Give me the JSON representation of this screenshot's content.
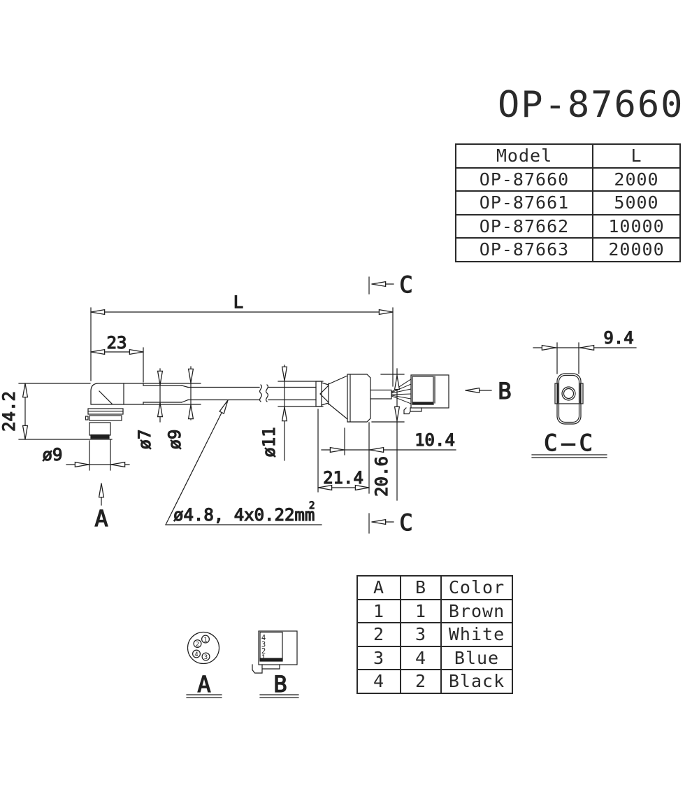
{
  "title": "OP-87660",
  "model_table": {
    "headers": {
      "model": "Model",
      "length": "L"
    },
    "rows": [
      {
        "model": "OP-87660",
        "length": "2000"
      },
      {
        "model": "OP-87661",
        "length": "5000"
      },
      {
        "model": "OP-87662",
        "length": "10000"
      },
      {
        "model": "OP-87663",
        "length": "20000"
      }
    ]
  },
  "wiring_table": {
    "headers": {
      "a": "A",
      "b": "B",
      "color": "Color"
    },
    "rows": [
      {
        "a": "1",
        "b": "1",
        "color": "Brown"
      },
      {
        "a": "2",
        "b": "3",
        "color": "White"
      },
      {
        "a": "3",
        "b": "4",
        "color": "Blue"
      },
      {
        "a": "4",
        "b": "2",
        "color": "Black"
      }
    ]
  },
  "dimensions": {
    "overall_length": "L",
    "elbow_length": "23",
    "elbow_height": "24.2",
    "tip_diameter": "ø9",
    "sheath_diameter": "ø7",
    "boot_diameter": "ø9",
    "clamp_diameter": "ø11",
    "cable_spec": "ø4.8, 4x0.22mm",
    "cable_spec_sup": "2",
    "nut_width": "10.4",
    "connector_length": "21.4",
    "connector_height": "20.6",
    "section_width": "9.4"
  },
  "labels": {
    "view_a": "A",
    "view_b": "B",
    "section_c_top": "C",
    "section_c_bottom": "C",
    "section_cc": "C—C",
    "detail_a": "A",
    "detail_b": "B"
  },
  "detail_a": {
    "pins": [
      "1",
      "2",
      "4",
      "3"
    ]
  },
  "detail_b": {
    "pins": [
      "4",
      "3",
      "2",
      "1"
    ]
  },
  "colors": {
    "line": "#1f1f1f",
    "background": "#ffffff"
  }
}
